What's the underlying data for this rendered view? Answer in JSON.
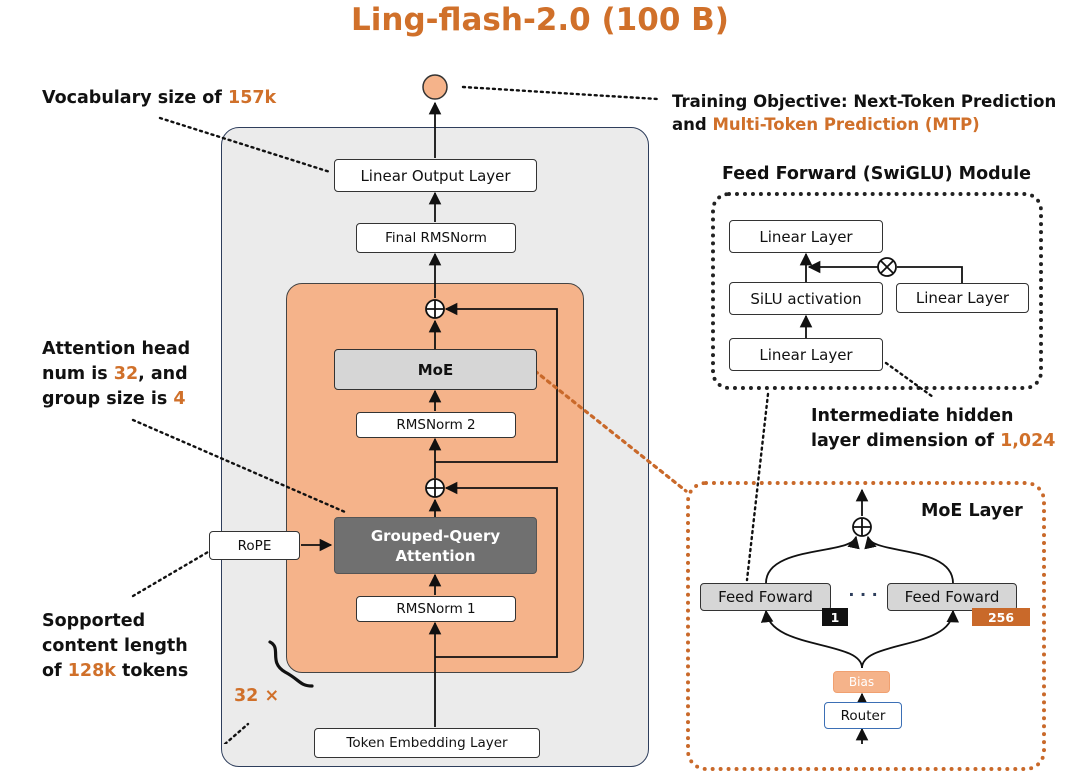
{
  "title": "Ling-flash-2.0 (100 B)",
  "notes": {
    "vocab_prefix": "Vocabulary size of ",
    "vocab_value": "157k",
    "training_line1": "Training Objective: Next-Token Prediction",
    "training_and": "and ",
    "training_mtp": "Multi-Token Prediction (MTP)",
    "attn_line1": "Attention head",
    "attn_line2_prefix": "num is ",
    "attn_heads": "32",
    "attn_line2_suffix": ", and",
    "attn_line3_prefix": "group size is ",
    "attn_group": "4",
    "ctx_line1": "Sopported",
    "ctx_line2": "content length",
    "ctx_line3_prefix": "of ",
    "ctx_value": "128k",
    "ctx_line3_suffix": " tokens",
    "repeat": "32 ×",
    "inter_line1": "Intermediate hidden",
    "inter_line2_prefix": "layer dimension of ",
    "inter_value": "1,024"
  },
  "main": {
    "linear_output": "Linear Output Layer",
    "final_norm": "Final RMSNorm",
    "moe": "MoE",
    "norm2": "RMSNorm 2",
    "gqa_line1": "Grouped-Query",
    "gqa_line2": "Attention",
    "norm1": "RMSNorm 1",
    "rope": "RoPE",
    "token_embedding": "Token Embedding Layer"
  },
  "ffn": {
    "title": "Feed Forward (SwiGLU) Module",
    "linear_top": "Linear Layer",
    "silu": "SiLU activation",
    "linear_right": "Linear Layer",
    "linear_bottom": "Linear Layer"
  },
  "moe_layer": {
    "title": "MoE Layer",
    "expert_left": "Feed Foward",
    "expert_right": "Feed Foward",
    "expert_left_index": "1",
    "expert_right_index": "256",
    "ellipsis": "· · ·",
    "bias": "Bias",
    "router": "Router"
  },
  "colors": {
    "accent": "#d0702a",
    "block_fill": "#f5b38a",
    "outer_fill": "#ebebeb"
  }
}
